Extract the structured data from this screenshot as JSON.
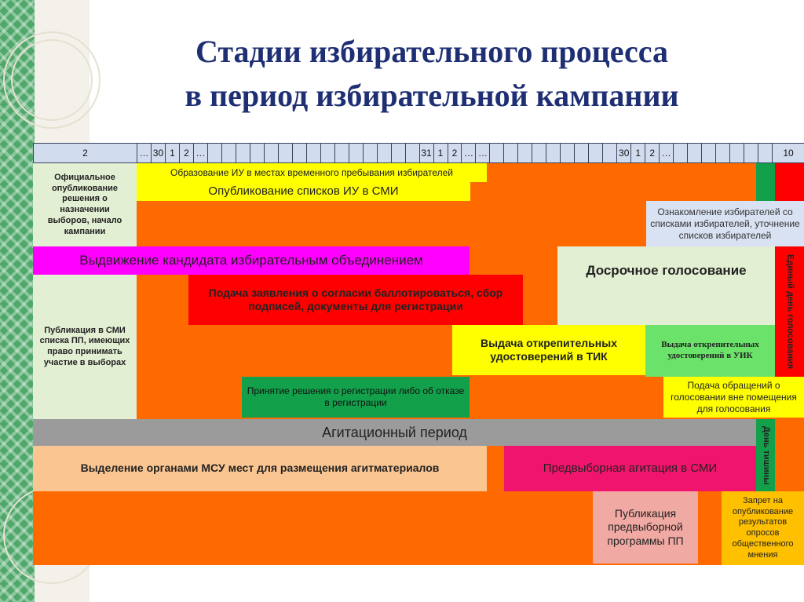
{
  "title": {
    "line1": "Стадии избирательного процесса",
    "line2": "в период избирательной кампании"
  },
  "timeline": {
    "cells": [
      "2",
      "…",
      "30",
      "1",
      "2",
      "…",
      "",
      "",
      "",
      "",
      "",
      "",
      "",
      "",
      "",
      "",
      "",
      "",
      "",
      "",
      "",
      "31",
      "1",
      "2",
      "…",
      "…",
      "",
      "",
      "",
      "",
      "",
      "",
      "",
      "",
      "",
      "30",
      "1",
      "2",
      "…",
      "",
      "",
      "",
      "",
      "",
      "",
      "",
      "10"
    ]
  },
  "stages": {
    "official_publication": "Официальное опубликование решения о назначении выборов, начало кампании",
    "formation_iu": "Образование ИУ в местах временного пребывания избирателей",
    "publication_iu": "Опубликование списков ИУ в СМИ",
    "familiarization": "Ознакомление избирателей со списками избирателей, уточнение списков избирателей",
    "nomination": "Выдвижение кандидата избирательным объединением",
    "early_voting": "Досрочное голосование",
    "unified_day": "Единый день голосования",
    "publication_pp": "Публикация в СМИ списка ПП, имеющих право принимать участие в выборах",
    "consent": "Подача заявления о согласии баллотироваться, сбор подписей, документы для регистрации",
    "absentee_tik": "Выдача открепительных удостоверений в ТИК",
    "absentee_uik": "Выдача открепительных удостоверений в УИК",
    "registration": "Принятие решения о регистрации либо об отказе в регистрации",
    "home_voting": "Подача обращений о голосовании вне помещения для голосования",
    "agitation": "Агитационный период",
    "silence_day": "День тишины",
    "msu_places": "Выделение органами МСУ мест для размещения агитматериалов",
    "media_agitation": "Предвыборная агитация в СМИ",
    "program_pp": "Публикация предвыборной программы ПП",
    "poll_ban": "Запрет на опубликование результатов опросов общественного мнения"
  },
  "colors": {
    "background": "#ff6a00",
    "title": "#1f2f73",
    "yellow": "#ffff00",
    "green": "#12a04a",
    "red": "#ff0000",
    "magenta": "#ff00ff",
    "gray": "#9b9b9b",
    "light_green": "#e3efd3",
    "light_blue": "#d9e2f2",
    "pink": "#f1a9a3",
    "light_orange": "#fac591",
    "rose": "#f0146c",
    "lime": "#6be36b",
    "gold": "#ffc000"
  }
}
